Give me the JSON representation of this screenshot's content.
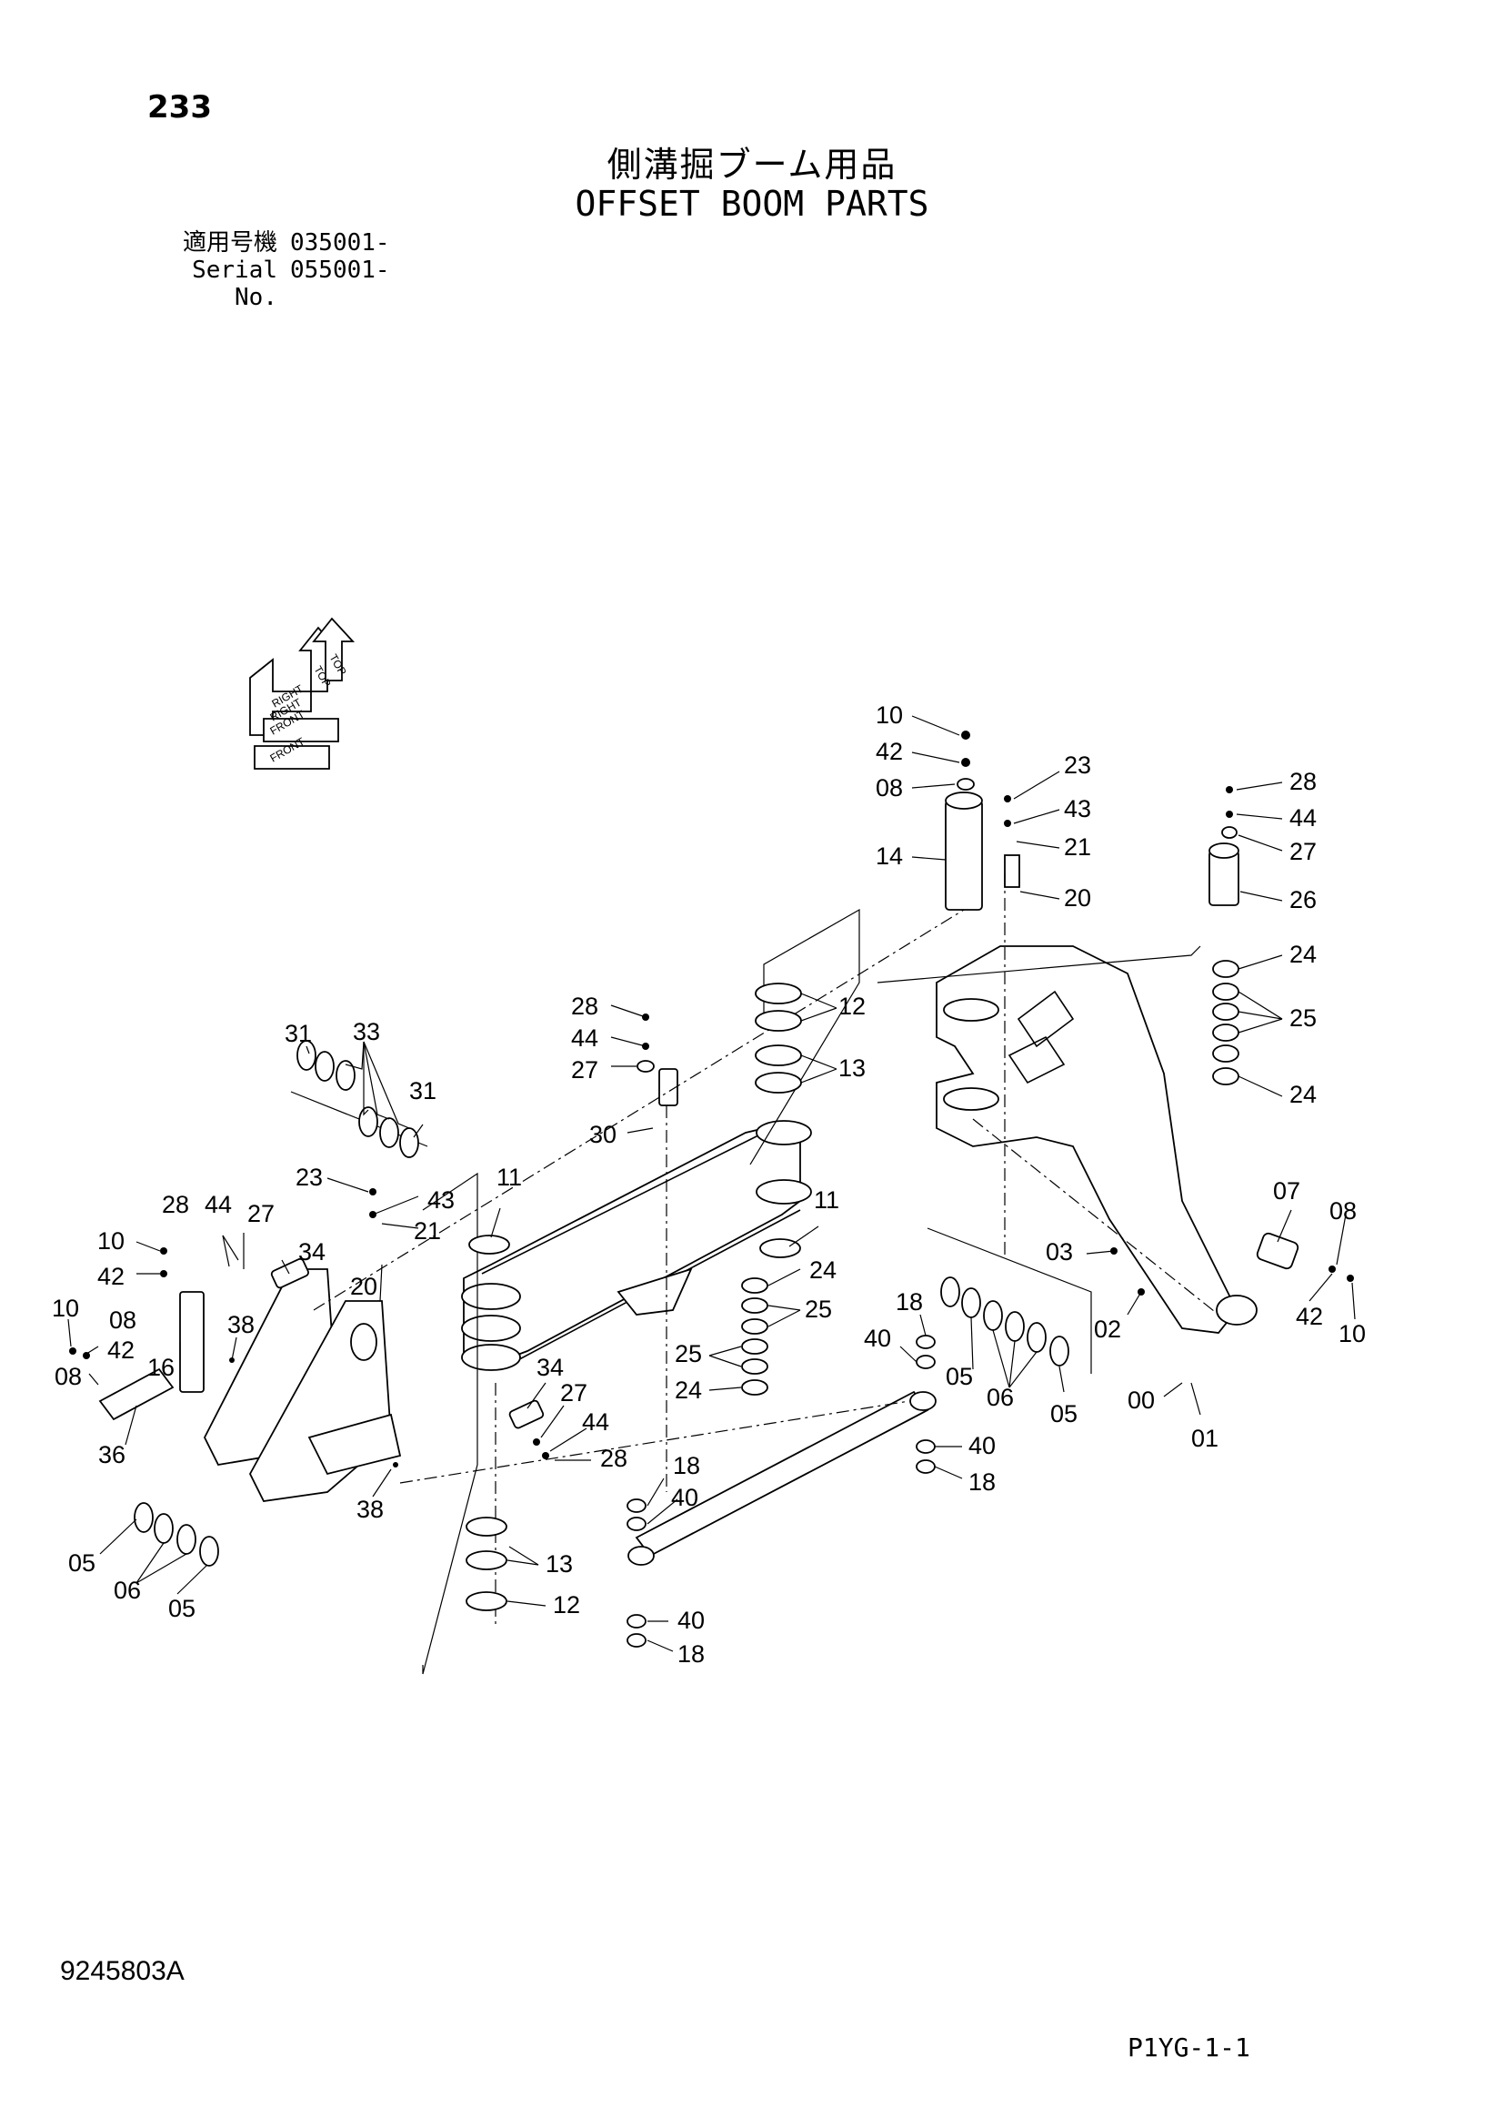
{
  "header": {
    "page_number": "233",
    "title_jp": "側溝掘ブーム用品",
    "title_en": "OFFSET BOOM PARTS",
    "serial": [
      {
        "label": "適用号機",
        "value": "035001-"
      },
      {
        "label": "Serial No.",
        "value": "055001-"
      }
    ]
  },
  "orientation_icon": {
    "labels": [
      "TOP",
      "TOP",
      "RIGHT",
      "RIGHT",
      "FRONT",
      "FRONT"
    ]
  },
  "footer": {
    "document_number": "9245803A",
    "page_code": "P1YG-1-1"
  },
  "callouts": [
    "10",
    "42",
    "08",
    "14",
    "23",
    "43",
    "21",
    "20",
    "28",
    "44",
    "27",
    "26",
    "24",
    "12",
    "25",
    "13",
    "24",
    "28",
    "44",
    "27",
    "30",
    "31",
    "33",
    "31",
    "23",
    "43",
    "21",
    "11",
    "11",
    "24",
    "25",
    "28",
    "44",
    "27",
    "34",
    "20",
    "10",
    "42",
    "10",
    "08",
    "42",
    "38",
    "16",
    "08",
    "36",
    "25",
    "24",
    "18",
    "40",
    "05",
    "06",
    "05",
    "34",
    "27",
    "44",
    "28",
    "38",
    "18",
    "40",
    "05",
    "06",
    "05",
    "13",
    "12",
    "40",
    "18",
    "40",
    "18",
    "07",
    "08",
    "03",
    "02",
    "42",
    "10",
    "00",
    "01"
  ]
}
